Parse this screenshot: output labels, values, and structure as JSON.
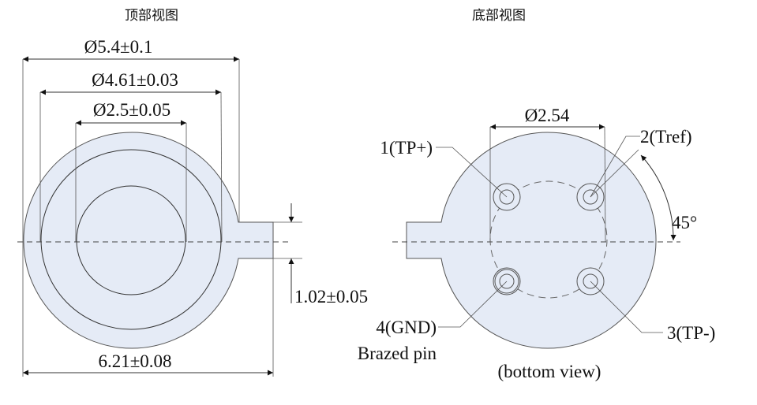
{
  "colors": {
    "body_fill": "#e5ebf6",
    "line": "#333333"
  },
  "top_view": {
    "title": "顶部视图",
    "dim_outer": "Ø5.4±0.1",
    "dim_middle": "Ø4.61±0.03",
    "dim_inner": "Ø2.5±0.05",
    "dim_width": "6.21±0.08",
    "dim_tab": "1.02±0.05"
  },
  "bottom_view": {
    "title": "底部视图",
    "dim_pitch": "Ø2.54",
    "angle": "45°",
    "pins": {
      "pin1": "1(TP+)",
      "pin2": "2(Tref)",
      "pin3": "3(TP-)",
      "pin4": "4(GND)"
    },
    "brazed_note": "Brazed pin",
    "caption": "(bottom view)"
  }
}
